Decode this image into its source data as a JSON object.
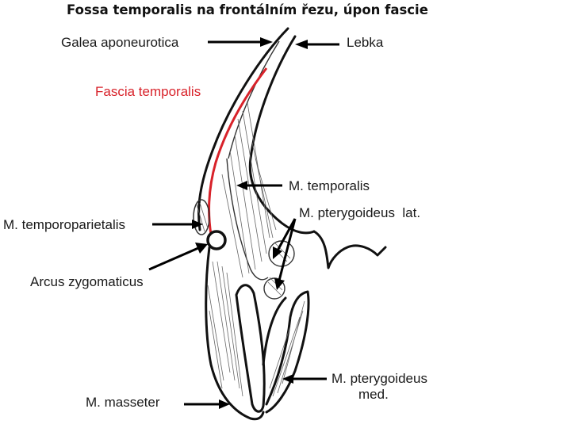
{
  "title": "Fossa temporalis na frontálním řezu, úpon fascie",
  "labels": {
    "galea": "Galea aponeurotica",
    "lebka": "Lebka",
    "fascia": "Fascia temporalis",
    "temporalis": "M. temporalis",
    "pteryg_lat": "M. pterygoideus  lat.",
    "temporoparietalis": "M. temporoparietalis",
    "arcus": "Arcus zygomaticus",
    "pteryg_med_1": "M. pterygoideus",
    "pteryg_med_2": "med.",
    "masseter": "M. masseter"
  },
  "colors": {
    "fascia_line": "#d8222a",
    "outline": "#111111",
    "arrows": "#000000"
  }
}
